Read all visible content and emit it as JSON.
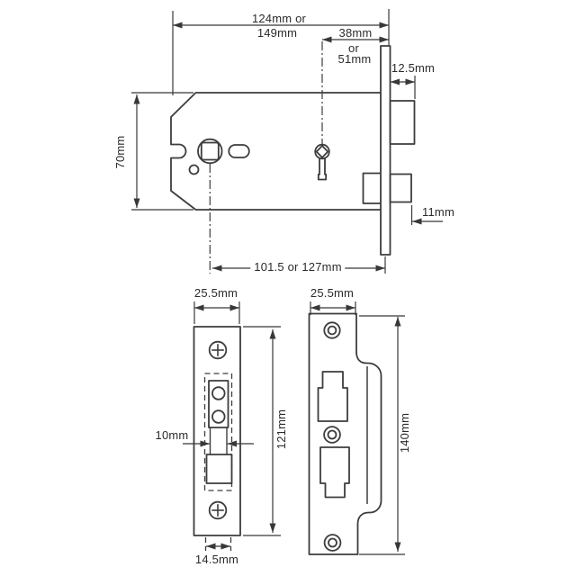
{
  "drawing_title": "Horizontal mortice lock dimensional diagram",
  "colors": {
    "line": "#3d3d3d",
    "dimension_line": "#383838",
    "text": "#2b2b2b",
    "background": "#ffffff"
  },
  "views": {
    "side": {
      "case_width": {
        "line1": "124mm or",
        "line2": "149mm"
      },
      "backset": {
        "line1": "38mm",
        "line2": "or",
        "line3": "51mm"
      },
      "latch_projection": "12.5mm",
      "case_height": "70mm",
      "deadbolt_projection": "11mm",
      "centres_depth": "101.5 or 127mm"
    },
    "forend": {
      "plate_width": "25.5mm",
      "follower_width": "10mm",
      "plate_height": "121mm",
      "fixing_centres": "14.5mm"
    },
    "strike": {
      "plate_width": "25.5mm",
      "plate_height": "140mm"
    }
  }
}
